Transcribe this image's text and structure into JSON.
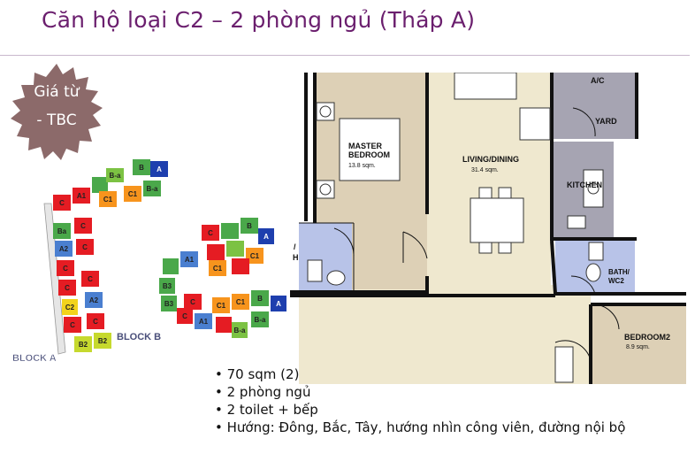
{
  "title": "Căn hộ loại C2 – 2 phòng ngủ (Tháp A)",
  "price_badge": {
    "line1": "Giá từ",
    "line2": "- TBC"
  },
  "site_plan": {
    "block_a_label": "BLOCK A",
    "block_b_label": "BLOCK B",
    "unit_labels": [
      "A1",
      "A2",
      "A2",
      "C",
      "C",
      "C",
      "C",
      "C",
      "C",
      "C2",
      "B",
      "B",
      "B-a",
      "B-a",
      "B2",
      "B2",
      "C1",
      "C1",
      "B3",
      "B3",
      "A1",
      "A1",
      "C1",
      "C1",
      "B",
      "B",
      "B-a",
      "B-a",
      "Ba",
      "Ba",
      "C",
      "C"
    ]
  },
  "floor_plan": {
    "rooms": {
      "master_bedroom": {
        "name": "MASTER\nBEDROOM",
        "area": "13.8 sqm."
      },
      "living_dining": {
        "name": "LIVING/DINING",
        "area": "31.4 sqm."
      },
      "kitchen": "KITCHEN",
      "yard": "YARD",
      "ac": "A/C",
      "bath_wc2": "BATH/\nWC2",
      "bedroom2": {
        "name": "BEDROOM2",
        "area": "8.9 sqm."
      }
    }
  },
  "features": [
    "• 70 sqm (2)",
    "• 2 phòng ngủ",
    "• 2 toilet + bếp",
    "• Hướng: Đông, Bắc, Tây, hướng nhìn công viên, đường nội bộ"
  ],
  "colors": {
    "title": "#6b1f6e",
    "badge": "#8c6a6a",
    "floor_beige": "#efe8cf",
    "wet_area_blue": "#b8c3e8",
    "kitchen_grey": "#a6a4b2",
    "master_tan": "#ddd0b6"
  }
}
